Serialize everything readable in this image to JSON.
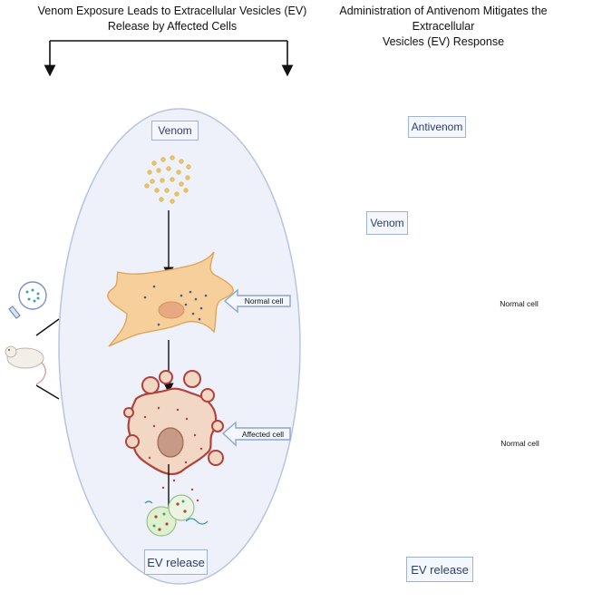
{
  "left_panel": {
    "title_line1": "Venom Exposure Leads to Extracellular Vesicles (EV)",
    "title_line2": "Release by Affected Cells",
    "venom_label": "Venom",
    "normal_cell_label": "Normal cell",
    "affected_cell_label": "Affected cell",
    "ev_release_label": "EV release"
  },
  "right_panel": {
    "title_line1": "Administration of Antivenom Mitigates the Extracellular",
    "title_line2": "Vesicles (EV) Response",
    "antivenom_label": "Antivenom",
    "venom_label": "Venom",
    "normal_cell_label_top": "Normal cell",
    "normal_cell_label_bottom": "Normal cell",
    "ev_release_label": "EV release"
  },
  "colors": {
    "panel_fill": "#eef1f9",
    "panel_stroke": "#b9c4de",
    "cell_fill": "#f6cf9a",
    "cell_stroke": "#e0a55d",
    "nucleus": "#e9a980",
    "venom_dot": "#e8c35f",
    "ev_dot": "#3b5f97",
    "antibody": "#4e7fc2",
    "affected_cell_fill": "#f3d7c5",
    "affected_cell_stroke": "#b0423b",
    "arrow_label_border": "#8ea4cf"
  }
}
